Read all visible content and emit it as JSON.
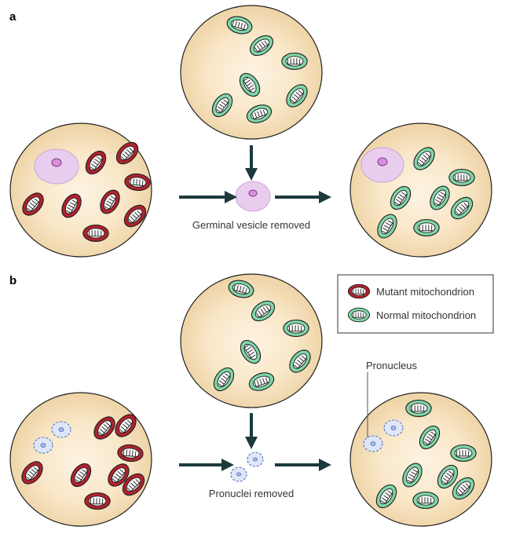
{
  "panels": {
    "a": "a",
    "b": "b"
  },
  "captions": {
    "germinal": "Germinal vesicle removed",
    "pronuclei": "Pronuclei removed",
    "pronucleus": "Pronucleus"
  },
  "legend": {
    "mutant": "Mutant mitochondrion",
    "normal": "Normal mitochondrion"
  },
  "colors": {
    "cell_center": "#fdf3e3",
    "cell_edge": "#ecd0a0",
    "mutant_fill": "#b0222e",
    "normal_fill": "#7fd6a6",
    "germinal_vesicle": "#e8cdef",
    "nucleolus": "#d890dc",
    "pronucleus_fill": "#dfe6f8",
    "pronucleus_stroke": "#4a6ab8",
    "arrow": "#1c3a3e"
  }
}
